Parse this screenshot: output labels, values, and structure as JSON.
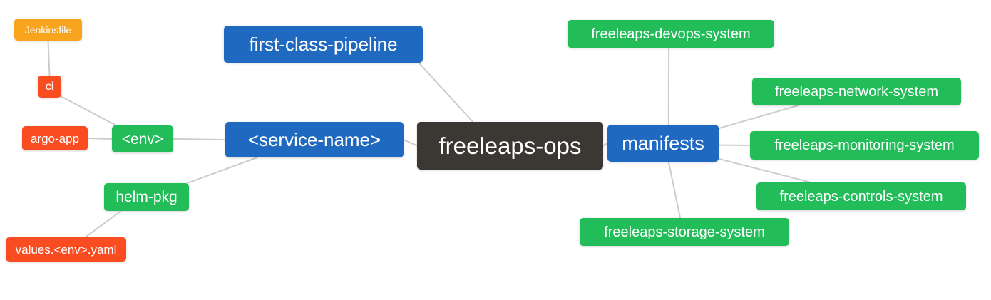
{
  "diagram": {
    "title": "freeleaps-ops repository structure mind map",
    "nodes": [
      {
        "id": "jenkinsfile",
        "label": "Jenkinsfile",
        "role": "level4"
      },
      {
        "id": "ci",
        "label": "ci",
        "role": "level3"
      },
      {
        "id": "argo-app",
        "label": "argo-app",
        "role": "level3"
      },
      {
        "id": "env",
        "label": "<env>",
        "role": "level2"
      },
      {
        "id": "helm-pkg",
        "label": "helm-pkg",
        "role": "level2"
      },
      {
        "id": "values-env-yaml",
        "label": "values.<env>.yaml",
        "role": "level3"
      },
      {
        "id": "first-class-pipeline",
        "label": "first-class-pipeline",
        "role": "level1"
      },
      {
        "id": "service-name",
        "label": "<service-name>",
        "role": "level1"
      },
      {
        "id": "freeleaps-ops",
        "label": "freeleaps-ops",
        "role": "root"
      },
      {
        "id": "manifests",
        "label": "manifests",
        "role": "level1"
      },
      {
        "id": "devops-system",
        "label": "freeleaps-devops-system",
        "role": "level2"
      },
      {
        "id": "network-system",
        "label": "freeleaps-network-system",
        "role": "level2"
      },
      {
        "id": "monitoring-system",
        "label": "freeleaps-monitoring-system",
        "role": "level2"
      },
      {
        "id": "controls-system",
        "label": "freeleaps-controls-system",
        "role": "level2"
      },
      {
        "id": "storage-system",
        "label": "freeleaps-storage-system",
        "role": "level2"
      }
    ],
    "edges": [
      {
        "from": "jenkinsfile",
        "to": "ci"
      },
      {
        "from": "ci",
        "to": "env"
      },
      {
        "from": "argo-app",
        "to": "env"
      },
      {
        "from": "env",
        "to": "service-name"
      },
      {
        "from": "service-name",
        "to": "helm-pkg"
      },
      {
        "from": "helm-pkg",
        "to": "values-env-yaml"
      },
      {
        "from": "first-class-pipeline",
        "to": "freeleaps-ops"
      },
      {
        "from": "service-name",
        "to": "freeleaps-ops"
      },
      {
        "from": "freeleaps-ops",
        "to": "manifests"
      },
      {
        "from": "manifests",
        "to": "devops-system"
      },
      {
        "from": "manifests",
        "to": "network-system"
      },
      {
        "from": "manifests",
        "to": "monitoring-system"
      },
      {
        "from": "manifests",
        "to": "controls-system"
      },
      {
        "from": "manifests",
        "to": "storage-system"
      }
    ],
    "colors": {
      "root": "#3B3733",
      "level1": "#2069C0",
      "level2": "#22BC58",
      "level3": "#F94C20",
      "level4": "#F8A41D",
      "edge": "#CCCCCC",
      "text": "#FFFFFF",
      "background": "#FFFFFF"
    }
  }
}
